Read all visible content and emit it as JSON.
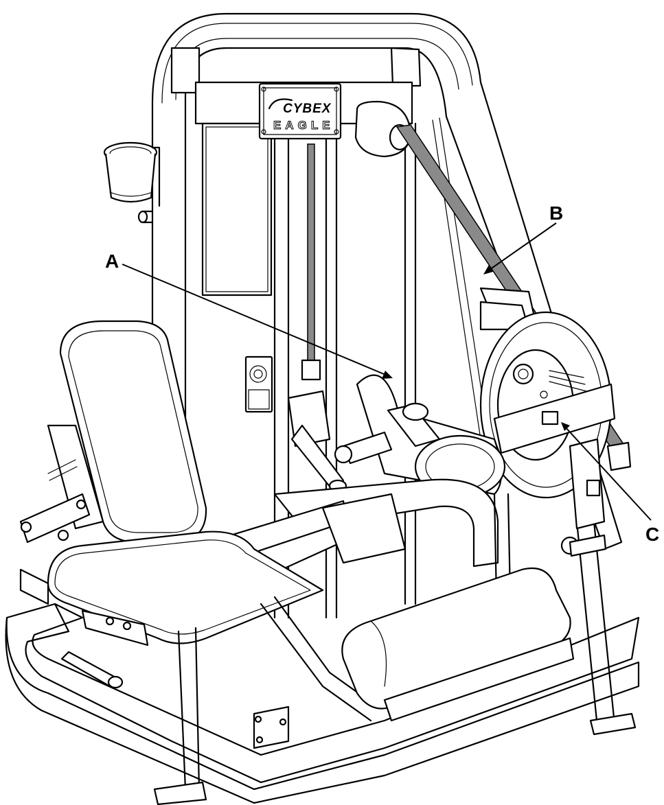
{
  "brand": {
    "logo_top": "CYBEX",
    "logo_bottom": "EAGLE"
  },
  "callouts": [
    {
      "id": "A",
      "label": "A"
    },
    {
      "id": "B",
      "label": "B"
    },
    {
      "id": "C",
      "label": "C"
    }
  ],
  "colors": {
    "line": "#000000",
    "cable": "#8a8a8a",
    "background": "#ffffff"
  }
}
